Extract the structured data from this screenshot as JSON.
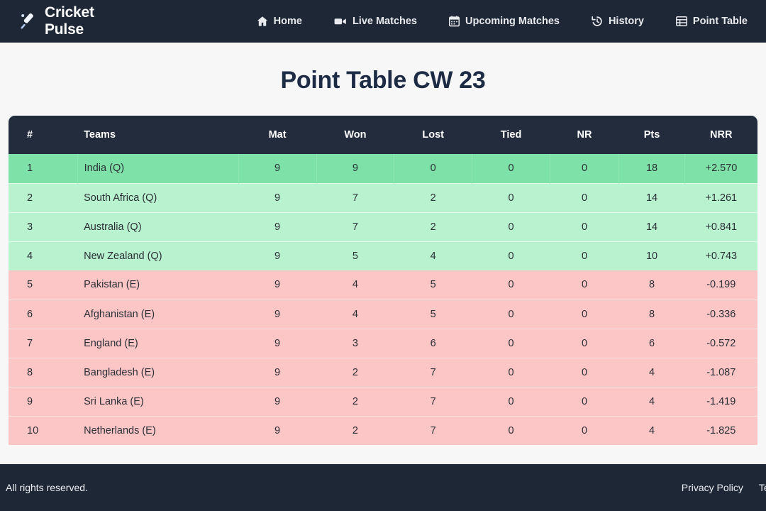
{
  "brand": {
    "name": "Cricket Pulse",
    "icon": "cricket-bat-ball-icon"
  },
  "nav": {
    "items": [
      {
        "label": "Home",
        "icon": "home-icon"
      },
      {
        "label": "Live Matches",
        "icon": "video-camera-icon"
      },
      {
        "label": "Upcoming Matches",
        "icon": "calendar-icon"
      },
      {
        "label": "History",
        "icon": "clock-rotate-left-icon"
      },
      {
        "label": "Point Table",
        "icon": "table-icon"
      }
    ]
  },
  "page": {
    "title": "Point Table CW 23"
  },
  "colors": {
    "navbar": "#1e2736",
    "table_header": "#222c3c",
    "qualified_row": "#b9f2cf",
    "qualified_row_active": "#7ee2a8",
    "eliminated_row": "#fcc6c6",
    "title": "#1d2b45",
    "page_background": "#f7f7f7"
  },
  "table": {
    "columns": [
      "#",
      "Teams",
      "Mat",
      "Won",
      "Lost",
      "Tied",
      "NR",
      "Pts",
      "NRR"
    ],
    "rows": [
      {
        "rank": "1",
        "team": "India (Q)",
        "mat": "9",
        "won": "9",
        "lost": "0",
        "tied": "0",
        "nr": "0",
        "pts": "18",
        "nrr": "+2.570",
        "status": "qualified",
        "active": true
      },
      {
        "rank": "2",
        "team": "South Africa (Q)",
        "mat": "9",
        "won": "7",
        "lost": "2",
        "tied": "0",
        "nr": "0",
        "pts": "14",
        "nrr": "+1.261",
        "status": "qualified",
        "active": false
      },
      {
        "rank": "3",
        "team": "Australia (Q)",
        "mat": "9",
        "won": "7",
        "lost": "2",
        "tied": "0",
        "nr": "0",
        "pts": "14",
        "nrr": "+0.841",
        "status": "qualified",
        "active": false
      },
      {
        "rank": "4",
        "team": "New Zealand (Q)",
        "mat": "9",
        "won": "5",
        "lost": "4",
        "tied": "0",
        "nr": "0",
        "pts": "10",
        "nrr": "+0.743",
        "status": "qualified",
        "active": false
      },
      {
        "rank": "5",
        "team": "Pakistan (E)",
        "mat": "9",
        "won": "4",
        "lost": "5",
        "tied": "0",
        "nr": "0",
        "pts": "8",
        "nrr": "-0.199",
        "status": "eliminated",
        "active": false
      },
      {
        "rank": "6",
        "team": "Afghanistan (E)",
        "mat": "9",
        "won": "4",
        "lost": "5",
        "tied": "0",
        "nr": "0",
        "pts": "8",
        "nrr": "-0.336",
        "status": "eliminated",
        "active": false
      },
      {
        "rank": "7",
        "team": "England (E)",
        "mat": "9",
        "won": "3",
        "lost": "6",
        "tied": "0",
        "nr": "0",
        "pts": "6",
        "nrr": "-0.572",
        "status": "eliminated",
        "active": false
      },
      {
        "rank": "8",
        "team": "Bangladesh (E)",
        "mat": "9",
        "won": "2",
        "lost": "7",
        "tied": "0",
        "nr": "0",
        "pts": "4",
        "nrr": "-1.087",
        "status": "eliminated",
        "active": false
      },
      {
        "rank": "9",
        "team": "Sri Lanka (E)",
        "mat": "9",
        "won": "2",
        "lost": "7",
        "tied": "0",
        "nr": "0",
        "pts": "4",
        "nrr": "-1.419",
        "status": "eliminated",
        "active": false
      },
      {
        "rank": "10",
        "team": "Netherlands (E)",
        "mat": "9",
        "won": "2",
        "lost": "7",
        "tied": "0",
        "nr": "0",
        "pts": "4",
        "nrr": "-1.825",
        "status": "eliminated",
        "active": false
      }
    ]
  },
  "footer": {
    "copyright": "All rights reserved.",
    "links": [
      "Privacy Policy",
      "Terms"
    ]
  }
}
